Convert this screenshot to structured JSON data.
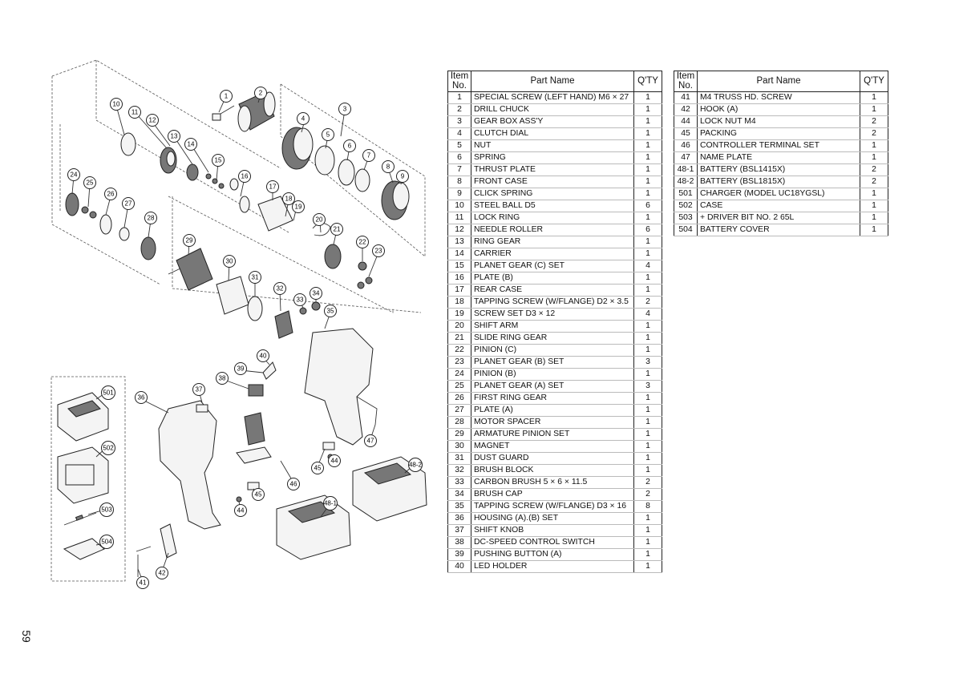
{
  "page_number": "59",
  "table_headers": {
    "item_no": "Item No.",
    "part_name": "Part Name",
    "qty": "Q'TY"
  },
  "table_left": [
    {
      "no": "1",
      "name": "SPECIAL SCREW (LEFT HAND) M6 × 27",
      "qty": "1"
    },
    {
      "no": "2",
      "name": "DRILL CHUCK",
      "qty": "1"
    },
    {
      "no": "3",
      "name": "GEAR BOX ASS'Y",
      "qty": "1"
    },
    {
      "no": "4",
      "name": "CLUTCH DIAL",
      "qty": "1"
    },
    {
      "no": "5",
      "name": "NUT",
      "qty": "1"
    },
    {
      "no": "6",
      "name": "SPRING",
      "qty": "1"
    },
    {
      "no": "7",
      "name": "THRUST PLATE",
      "qty": "1"
    },
    {
      "no": "8",
      "name": "FRONT CASE",
      "qty": "1"
    },
    {
      "no": "9",
      "name": "CLICK SPRING",
      "qty": "1"
    },
    {
      "no": "10",
      "name": "STEEL BALL D5",
      "qty": "6"
    },
    {
      "no": "11",
      "name": "LOCK RING",
      "qty": "1"
    },
    {
      "no": "12",
      "name": "NEEDLE ROLLER",
      "qty": "6"
    },
    {
      "no": "13",
      "name": "RING GEAR",
      "qty": "1"
    },
    {
      "no": "14",
      "name": "CARRIER",
      "qty": "1"
    },
    {
      "no": "15",
      "name": "PLANET GEAR (C) SET",
      "qty": "4"
    },
    {
      "no": "16",
      "name": "PLATE (B)",
      "qty": "1"
    },
    {
      "no": "17",
      "name": "REAR CASE",
      "qty": "1"
    },
    {
      "no": "18",
      "name": "TAPPING SCREW (W/FLANGE) D2 × 3.5",
      "qty": "2"
    },
    {
      "no": "19",
      "name": "SCREW SET D3 × 12",
      "qty": "4"
    },
    {
      "no": "20",
      "name": "SHIFT ARM",
      "qty": "1"
    },
    {
      "no": "21",
      "name": "SLIDE RING GEAR",
      "qty": "1"
    },
    {
      "no": "22",
      "name": "PINION (C)",
      "qty": "1"
    },
    {
      "no": "23",
      "name": "PLANET GEAR (B) SET",
      "qty": "3"
    },
    {
      "no": "24",
      "name": "PINION (B)",
      "qty": "1"
    },
    {
      "no": "25",
      "name": "PLANET GEAR (A) SET",
      "qty": "3"
    },
    {
      "no": "26",
      "name": "FIRST RING GEAR",
      "qty": "1"
    },
    {
      "no": "27",
      "name": "PLATE (A)",
      "qty": "1"
    },
    {
      "no": "28",
      "name": "MOTOR SPACER",
      "qty": "1"
    },
    {
      "no": "29",
      "name": "ARMATURE PINION SET",
      "qty": "1"
    },
    {
      "no": "30",
      "name": "MAGNET",
      "qty": "1"
    },
    {
      "no": "31",
      "name": "DUST GUARD",
      "qty": "1"
    },
    {
      "no": "32",
      "name": "BRUSH BLOCK",
      "qty": "1"
    },
    {
      "no": "33",
      "name": "CARBON BRUSH 5 × 6 × 11.5",
      "qty": "2"
    },
    {
      "no": "34",
      "name": "BRUSH CAP",
      "qty": "2"
    },
    {
      "no": "35",
      "name": "TAPPING SCREW (W/FLANGE) D3 × 16",
      "qty": "8"
    },
    {
      "no": "36",
      "name": "HOUSING (A).(B) SET",
      "qty": "1"
    },
    {
      "no": "37",
      "name": "SHIFT KNOB",
      "qty": "1"
    },
    {
      "no": "38",
      "name": "DC-SPEED CONTROL SWITCH",
      "qty": "1"
    },
    {
      "no": "39",
      "name": "PUSHING BUTTON (A)",
      "qty": "1"
    },
    {
      "no": "40",
      "name": "LED HOLDER",
      "qty": "1"
    }
  ],
  "table_right": [
    {
      "no": "41",
      "name": "M4 TRUSS HD. SCREW",
      "qty": "1"
    },
    {
      "no": "42",
      "name": "HOOK (A)",
      "qty": "1"
    },
    {
      "no": "44",
      "name": "LOCK NUT M4",
      "qty": "2"
    },
    {
      "no": "45",
      "name": "PACKING",
      "qty": "2"
    },
    {
      "no": "46",
      "name": "CONTROLLER TERMINAL SET",
      "qty": "1"
    },
    {
      "no": "47",
      "name": "NAME PLATE",
      "qty": "1"
    },
    {
      "no": "48-1",
      "name": "BATTERY (BSL1415X)",
      "qty": "2"
    },
    {
      "no": "48-2",
      "name": "BATTERY (BSL1815X)",
      "qty": "2"
    },
    {
      "no": "501",
      "name": "CHARGER (MODEL UC18YGSL)",
      "qty": "1"
    },
    {
      "no": "502",
      "name": "CASE",
      "qty": "1"
    },
    {
      "no": "503",
      "name": "+ DRIVER BIT NO. 2 65L",
      "qty": "1"
    },
    {
      "no": "504",
      "name": "BATTERY COVER",
      "qty": "1"
    }
  ],
  "callouts": [
    {
      "label": "1"
    },
    {
      "label": "2"
    },
    {
      "label": "3"
    },
    {
      "label": "4"
    },
    {
      "label": "5"
    },
    {
      "label": "6"
    },
    {
      "label": "7"
    },
    {
      "label": "8"
    },
    {
      "label": "9"
    },
    {
      "label": "10"
    },
    {
      "label": "11"
    },
    {
      "label": "12"
    },
    {
      "label": "13"
    },
    {
      "label": "14"
    },
    {
      "label": "15"
    },
    {
      "label": "16"
    },
    {
      "label": "17"
    },
    {
      "label": "18"
    },
    {
      "label": "19"
    },
    {
      "label": "20"
    },
    {
      "label": "21"
    },
    {
      "label": "22"
    },
    {
      "label": "23"
    },
    {
      "label": "24"
    },
    {
      "label": "25"
    },
    {
      "label": "26"
    },
    {
      "label": "27"
    },
    {
      "label": "28"
    },
    {
      "label": "29"
    },
    {
      "label": "30"
    },
    {
      "label": "31"
    },
    {
      "label": "32"
    },
    {
      "label": "33"
    },
    {
      "label": "34"
    },
    {
      "label": "35"
    },
    {
      "label": "36"
    },
    {
      "label": "37"
    },
    {
      "label": "38"
    },
    {
      "label": "39"
    },
    {
      "label": "40"
    },
    {
      "label": "41"
    },
    {
      "label": "42"
    },
    {
      "label": "44"
    },
    {
      "label": "45"
    },
    {
      "label": "44"
    },
    {
      "label": "45"
    },
    {
      "label": "46"
    },
    {
      "label": "47"
    },
    {
      "label": "48-1"
    },
    {
      "label": "48-2"
    },
    {
      "label": "501"
    },
    {
      "label": "502"
    },
    {
      "label": "503"
    },
    {
      "label": "504"
    }
  ]
}
